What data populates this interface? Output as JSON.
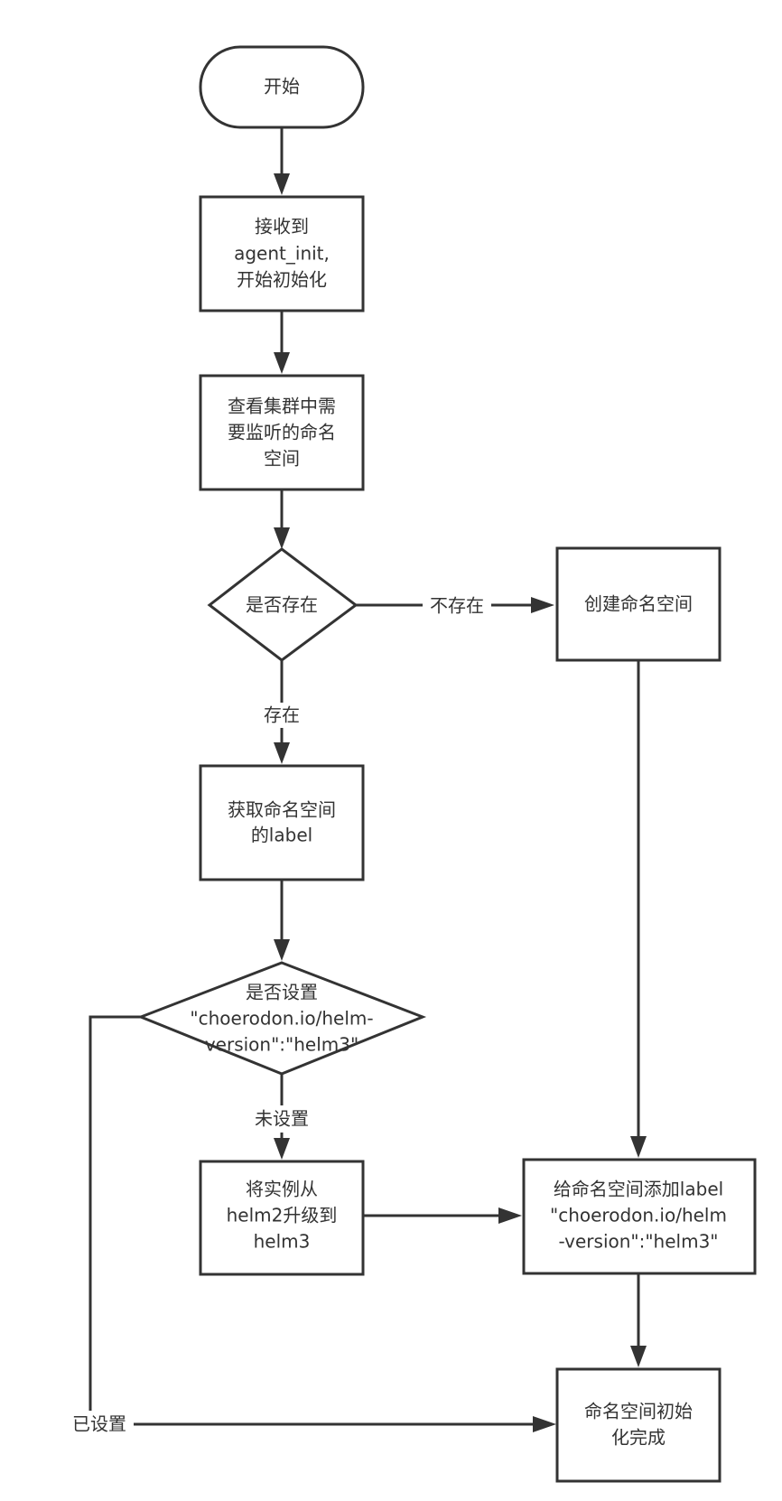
{
  "diagram": {
    "type": "flowchart",
    "nodes": {
      "start": {
        "shape": "terminator",
        "lines": [
          "开始"
        ]
      },
      "receive_init": {
        "shape": "process",
        "lines": [
          "接收到",
          "agent_init,",
          "开始初始化"
        ]
      },
      "check_namespaces": {
        "shape": "process",
        "lines": [
          "查看集群中需",
          "要监听的命名",
          "空间"
        ]
      },
      "exists_decision": {
        "shape": "decision",
        "lines": [
          "是否存在"
        ]
      },
      "create_namespace": {
        "shape": "process",
        "lines": [
          "创建命名空间"
        ]
      },
      "get_label": {
        "shape": "process",
        "lines": [
          "获取命名空间",
          "的label"
        ]
      },
      "label_decision": {
        "shape": "decision",
        "lines": [
          "是否设置",
          "\"choerodon.io/helm-",
          "version\":\"helm3\""
        ]
      },
      "upgrade_instances": {
        "shape": "process",
        "lines": [
          "将实例从",
          "helm2升级到",
          "helm3"
        ]
      },
      "add_label": {
        "shape": "process",
        "lines": [
          "给命名空间添加label",
          "\"choerodon.io/helm",
          "-version\":\"helm3\""
        ]
      },
      "init_complete": {
        "shape": "process",
        "lines": [
          "命名空间初始",
          "化完成"
        ]
      }
    },
    "edges": {
      "start_to_receive": {
        "from": "start",
        "to": "receive_init",
        "label": ""
      },
      "receive_to_check": {
        "from": "receive_init",
        "to": "check_namespaces",
        "label": ""
      },
      "check_to_exists": {
        "from": "check_namespaces",
        "to": "exists_decision",
        "label": ""
      },
      "exists_no": {
        "from": "exists_decision",
        "to": "create_namespace",
        "label": "不存在"
      },
      "exists_yes": {
        "from": "exists_decision",
        "to": "get_label",
        "label": "存在"
      },
      "create_to_add": {
        "from": "create_namespace",
        "to": "add_label",
        "label": ""
      },
      "get_to_label_decision": {
        "from": "get_label",
        "to": "label_decision",
        "label": ""
      },
      "label_not_set": {
        "from": "label_decision",
        "to": "upgrade_instances",
        "label": "未设置"
      },
      "label_set": {
        "from": "label_decision",
        "to": "init_complete",
        "label": "已设置"
      },
      "upgrade_to_add": {
        "from": "upgrade_instances",
        "to": "add_label",
        "label": ""
      },
      "add_to_complete": {
        "from": "add_label",
        "to": "init_complete",
        "label": ""
      }
    }
  }
}
